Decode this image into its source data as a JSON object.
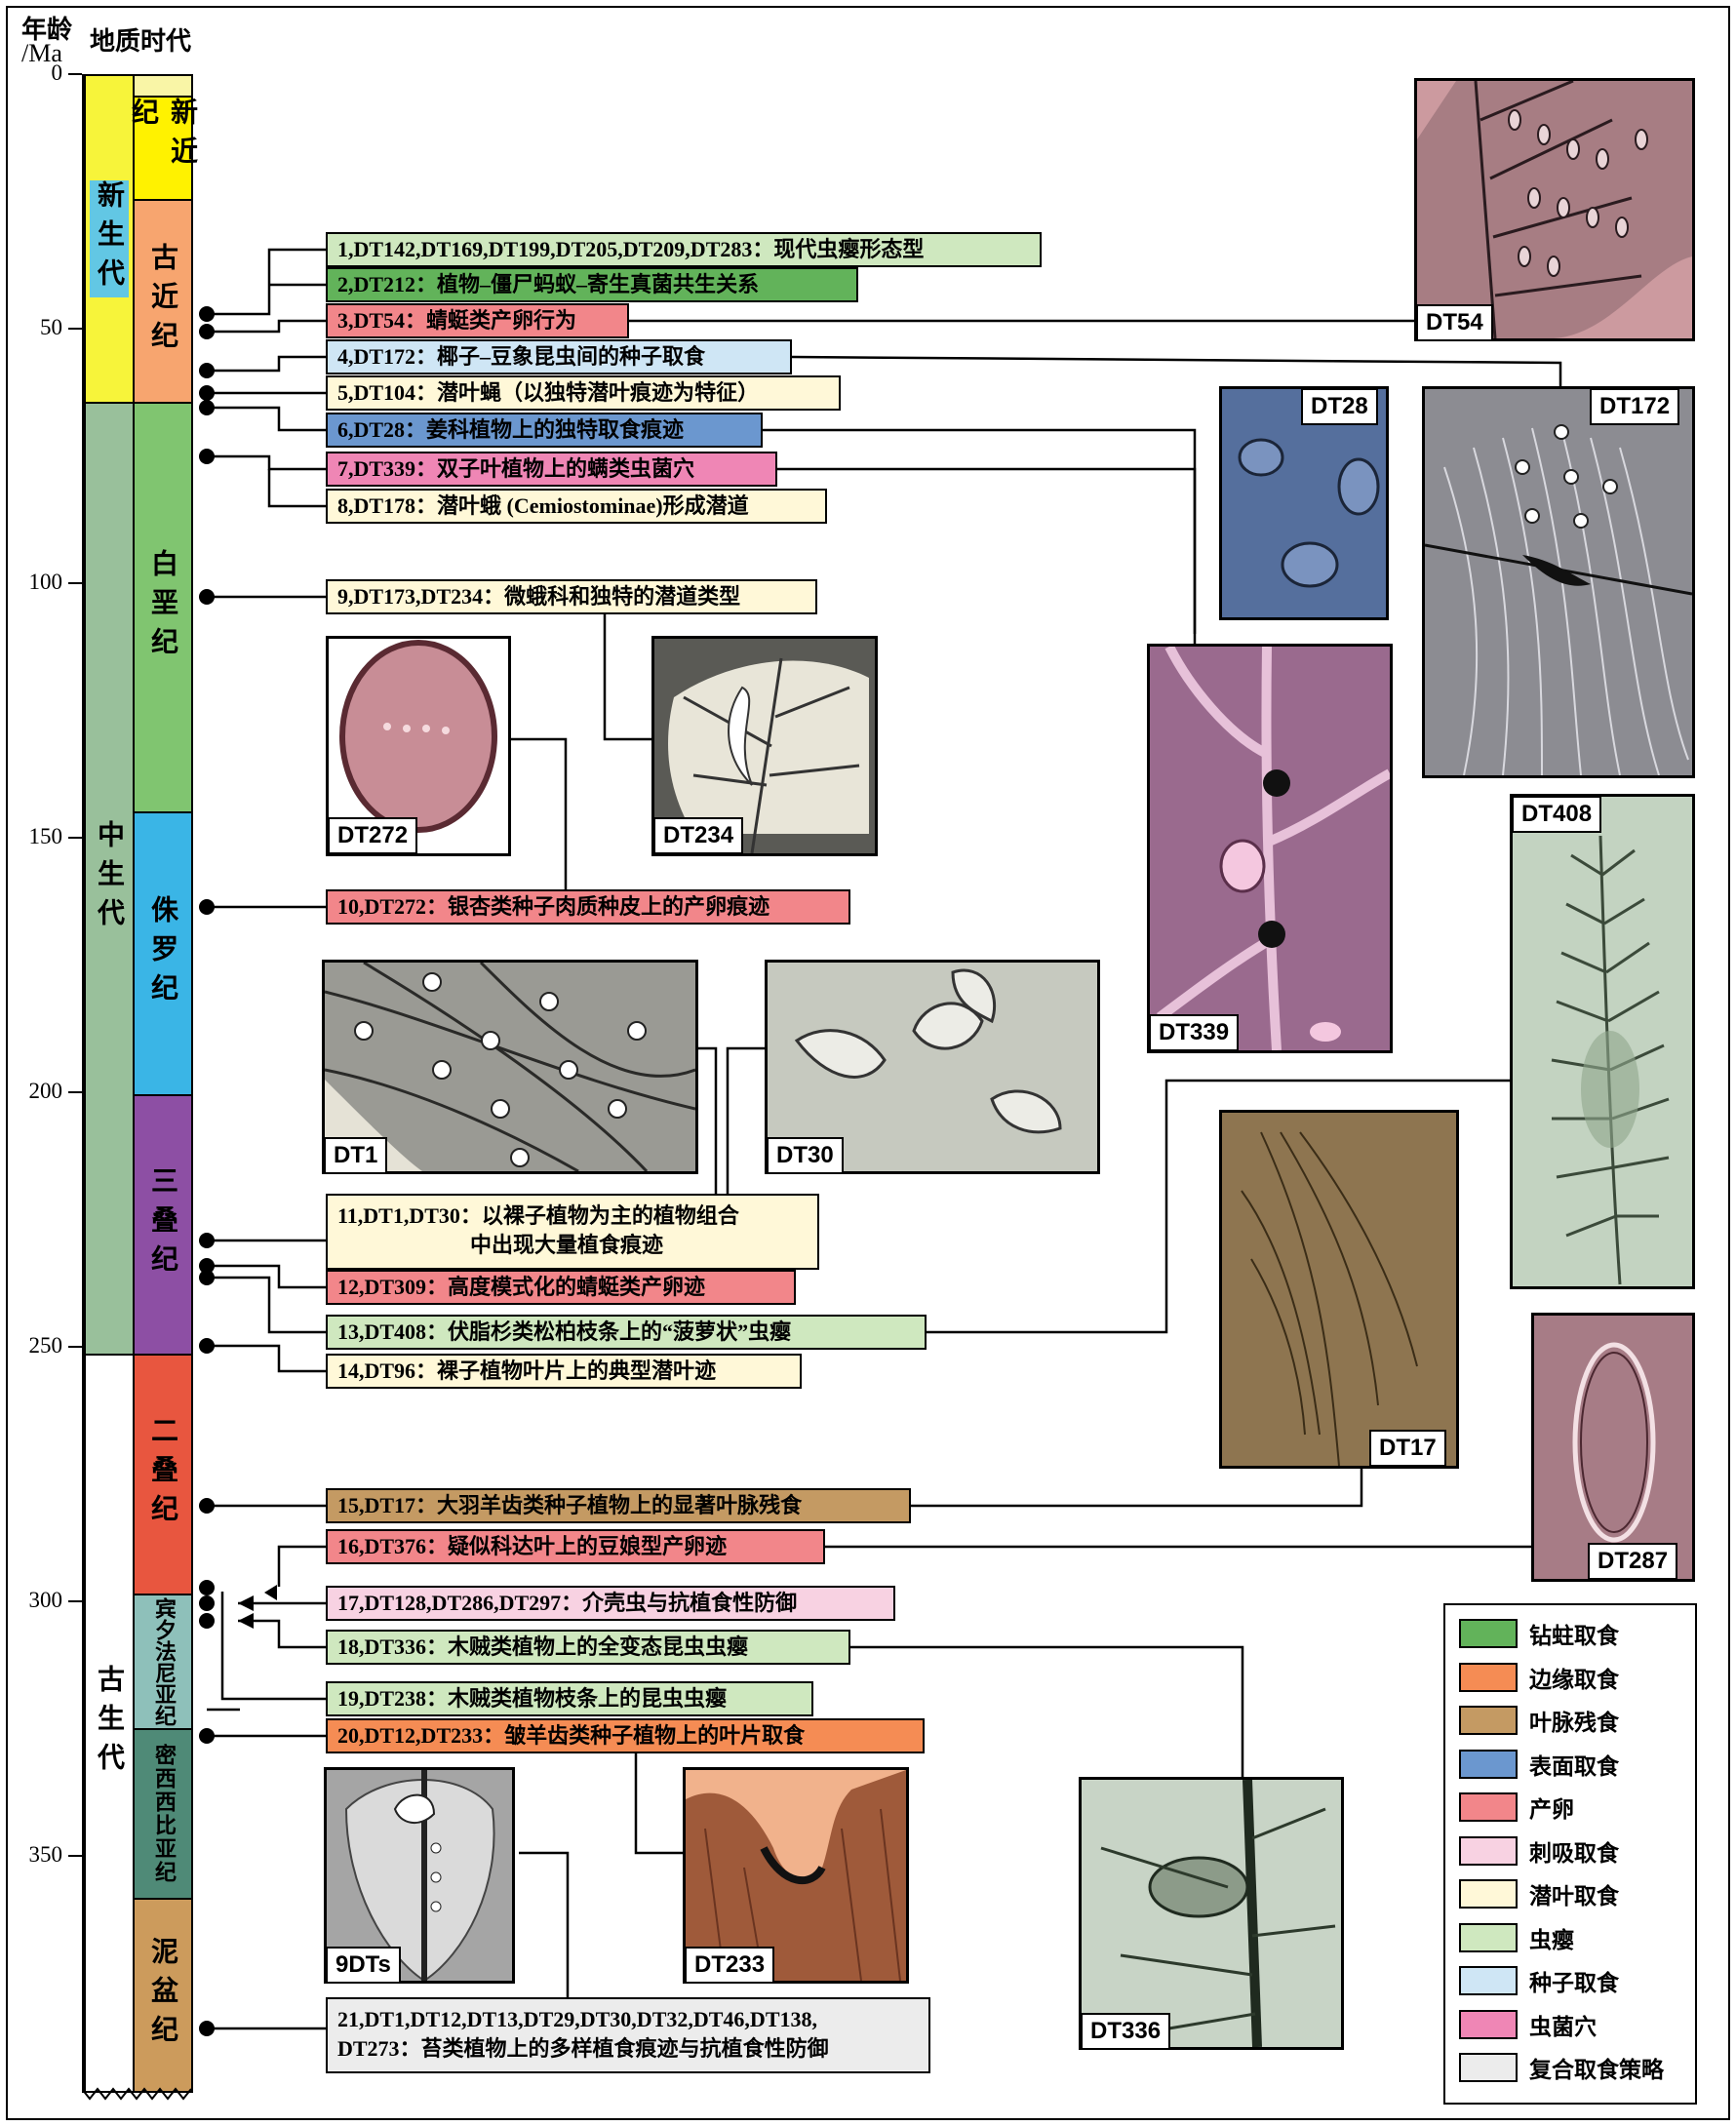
{
  "header": {
    "age_label": "年龄",
    "age_unit": "/Ma",
    "period_label": "地质时代"
  },
  "ticks": [
    "0",
    "50",
    "100",
    "150",
    "200",
    "250",
    "300",
    "350"
  ],
  "eras": [
    {
      "name": "新生代",
      "color": "#f7f43a"
    },
    {
      "name": "中生代",
      "color": "#62c7e4"
    },
    {
      "name": "古生代",
      "color": "#99c09b"
    }
  ],
  "periods": [
    {
      "name": "",
      "color": "#f9f5a6"
    },
    {
      "name": "新近纪",
      "color": "#fff200"
    },
    {
      "name": "古近纪",
      "color": "#f7a56f"
    },
    {
      "name": "白垩纪",
      "color": "#80c570"
    },
    {
      "name": "侏罗纪",
      "color": "#3ab5e6"
    },
    {
      "name": "三叠纪",
      "color": "#8d4fa4"
    },
    {
      "name": "二叠纪",
      "color": "#e8563f"
    },
    {
      "name": "宾夕法尼亚纪",
      "color": "#8ec0ba"
    },
    {
      "name": "密西西比亚纪",
      "color": "#4f8a77"
    },
    {
      "name": "泥盆纪",
      "color": "#cc9b5c"
    }
  ],
  "records": [
    {
      "text": "1,DT142,DT169,DT199,DT205,DT209,DT283：现代虫瘿形态型",
      "color": "#cfe8bf"
    },
    {
      "text": "2,DT212：植物–僵尸蚂蚁–寄生真菌共生关系",
      "color": "#62b35a"
    },
    {
      "text": "3,DT54：蜻蜓类产卵行为",
      "color": "#f2868a"
    },
    {
      "text": "4,DT172：椰子–豆象昆虫间的种子取食",
      "color": "#cfe6f5"
    },
    {
      "text": "5,DT104：潜叶蝇（以独特潜叶痕迹为特征）",
      "color": "#fff8d8"
    },
    {
      "text": "6,DT28：姜科植物上的独特取食痕迹",
      "color": "#6b97cf"
    },
    {
      "text": "7,DT339：双子叶植物上的螨类虫菌穴",
      "color": "#ef86b5"
    },
    {
      "text": "8,DT178：潜叶蛾 (Cemiostominae)形成潜道",
      "color": "#fff8d8"
    },
    {
      "text": "9,DT173,DT234：微蛾科和独特的潜道类型",
      "color": "#fff8d8"
    },
    {
      "text": "10,DT272：银杏类种子肉质种皮上的产卵痕迹",
      "color": "#f2868a"
    },
    {
      "text": "11,DT1,DT30：以裸子植物为主的植物组合",
      "text2": "中出现大量植食痕迹",
      "color": "#fff8d8"
    },
    {
      "text": "12,DT309：高度模式化的蜻蜓类产卵迹",
      "color": "#f2868a"
    },
    {
      "text": "13,DT408：伏脂杉类松柏枝条上的“菠萝状”虫瘿",
      "color": "#cfe8bf"
    },
    {
      "text": "14,DT96：裸子植物叶片上的典型潜叶迹",
      "color": "#fff8d8"
    },
    {
      "text": "15,DT17：大羽羊齿类种子植物上的显著叶脉残食",
      "color": "#c49a63"
    },
    {
      "text": "16,DT376：疑似科达叶上的豆娘型产卵迹",
      "color": "#f2868a"
    },
    {
      "text": "17,DT128,DT286,DT297：介壳虫与抗植食性防御",
      "color": "#f8d2e2"
    },
    {
      "text": "18,DT336：木贼类植物上的全变态昆虫虫瘿",
      "color": "#cfe8bf"
    },
    {
      "text": "19,DT238：木贼类植物枝条上的昆虫虫瘿",
      "color": "#cfe8bf"
    },
    {
      "text": "20,DT12,DT233：皱羊齿类种子植物上的叶片取食",
      "color": "#f58c54"
    },
    {
      "text": "21,DT1,DT12,DT13,DT29,DT30,DT32,DT46,DT138,",
      "text2": "DT273：苔类植物上的多样植食痕迹与抗植食性防御",
      "color": "#ececec"
    }
  ],
  "images": [
    "DT54",
    "DT28",
    "DT172",
    "DT272",
    "DT234",
    "DT339",
    "DT408",
    "DT1",
    "DT30",
    "DT17",
    "DT287",
    "9DTs",
    "DT233",
    "DT336"
  ],
  "legend": [
    {
      "label": "钻蛀取食",
      "color": "#62b35a"
    },
    {
      "label": "边缘取食",
      "color": "#f58c54"
    },
    {
      "label": "叶脉残食",
      "color": "#c49a63"
    },
    {
      "label": "表面取食",
      "color": "#6b97cf"
    },
    {
      "label": "产卵",
      "color": "#f2868a"
    },
    {
      "label": "刺吸取食",
      "color": "#f8d2e2"
    },
    {
      "label": "潜叶取食",
      "color": "#fff8d8"
    },
    {
      "label": "虫瘿",
      "color": "#cfe8bf"
    },
    {
      "label": "种子取食",
      "color": "#cfe6f5"
    },
    {
      "label": "虫菌穴",
      "color": "#ef86b5"
    },
    {
      "label": "复合取食策略",
      "color": "#ececec"
    }
  ]
}
